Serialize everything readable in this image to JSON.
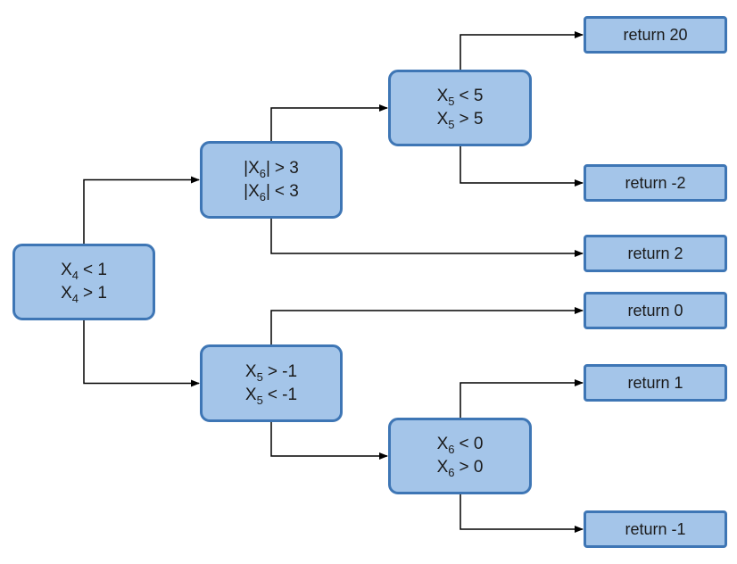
{
  "colors": {
    "node_fill": "#a4c5e9",
    "node_border": "#3e76b5",
    "edge": "#000000"
  },
  "decisions": [
    {
      "id": "x4",
      "lines": [
        {
          "pre": "",
          "var": "X",
          "sub": "4",
          "post": "",
          "cmp": "< 1"
        },
        {
          "pre": "",
          "var": "X",
          "sub": "4",
          "post": "",
          "cmp": "> 1"
        }
      ]
    },
    {
      "id": "abs-x6",
      "lines": [
        {
          "pre": "|",
          "var": "X",
          "sub": "6",
          "post": "|",
          "cmp": "> 3"
        },
        {
          "pre": "|",
          "var": "X",
          "sub": "6",
          "post": "|",
          "cmp": "< 3"
        }
      ]
    },
    {
      "id": "x5-top",
      "lines": [
        {
          "pre": "",
          "var": "X",
          "sub": "5",
          "post": "",
          "cmp": "< 5"
        },
        {
          "pre": "",
          "var": "X",
          "sub": "5",
          "post": "",
          "cmp": "> 5"
        }
      ]
    },
    {
      "id": "x5-bottom",
      "lines": [
        {
          "pre": "",
          "var": "X",
          "sub": "5",
          "post": "",
          "cmp": "> -1"
        },
        {
          "pre": "",
          "var": "X",
          "sub": "5",
          "post": "",
          "cmp": "< -1"
        }
      ]
    },
    {
      "id": "x6",
      "lines": [
        {
          "pre": "",
          "var": "X",
          "sub": "6",
          "post": "",
          "cmp": "< 0"
        },
        {
          "pre": "",
          "var": "X",
          "sub": "6",
          "post": "",
          "cmp": "> 0"
        }
      ]
    }
  ],
  "leaves": [
    {
      "id": "r20",
      "label": "return 20"
    },
    {
      "id": "rm2",
      "label": "return -2"
    },
    {
      "id": "r2",
      "label": "return 2"
    },
    {
      "id": "r0",
      "label": "return 0"
    },
    {
      "id": "r1",
      "label": "return 1"
    },
    {
      "id": "rm1",
      "label": "return -1"
    }
  ],
  "edges": [
    {
      "from": "x4",
      "to": "abs-x6"
    },
    {
      "from": "x4",
      "to": "x5-bottom"
    },
    {
      "from": "abs-x6",
      "to": "x5-top"
    },
    {
      "from": "abs-x6",
      "to": "r2"
    },
    {
      "from": "x5-top",
      "to": "r20"
    },
    {
      "from": "x5-top",
      "to": "rm2"
    },
    {
      "from": "x5-bottom",
      "to": "r0"
    },
    {
      "from": "x5-bottom",
      "to": "x6"
    },
    {
      "from": "x6",
      "to": "r1"
    },
    {
      "from": "x6",
      "to": "rm1"
    }
  ]
}
